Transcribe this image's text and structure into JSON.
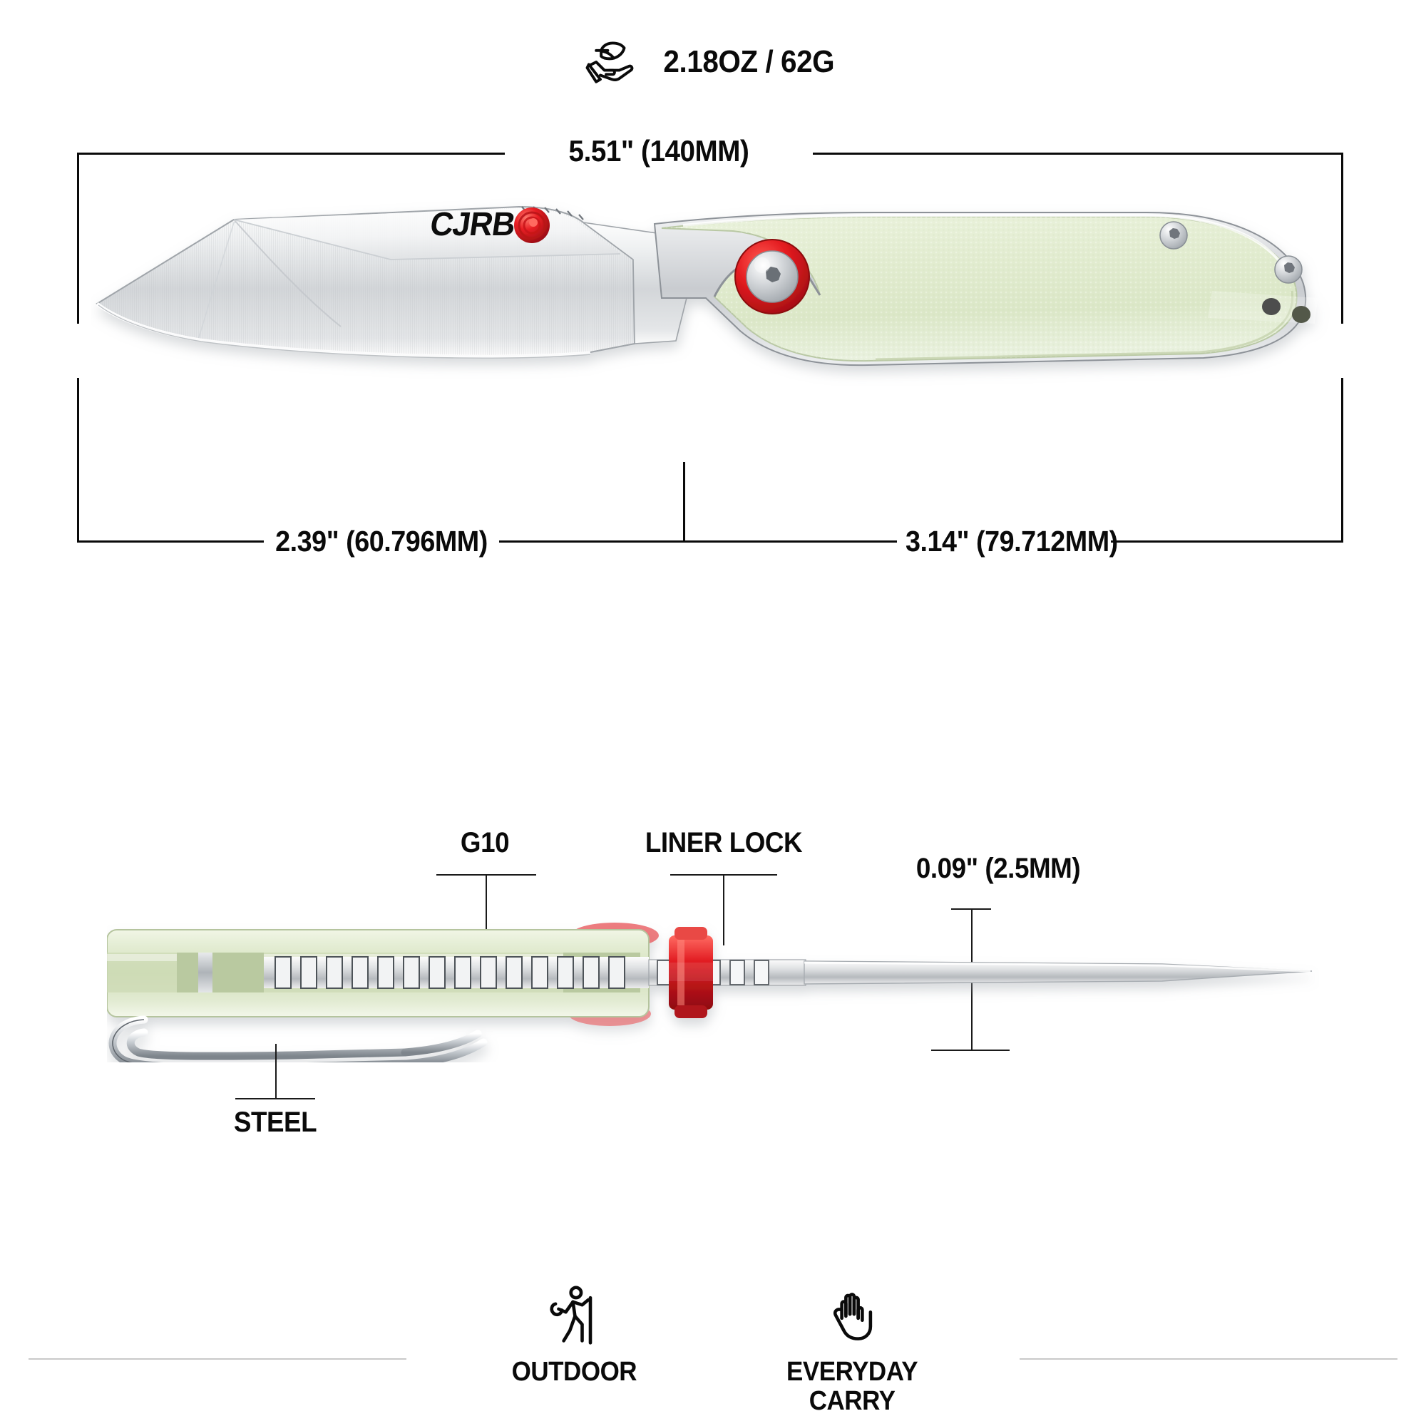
{
  "product": {
    "brand": "CJRB",
    "blade_logo": "CJRB"
  },
  "weight": {
    "icon": "hand-holding-leaf-icon",
    "label": "2.18OZ / 62G"
  },
  "dimensions": {
    "overall_length": "5.51\" (140MM)",
    "blade_length": "2.39\" (60.796MM)",
    "handle_length": "3.14\" (79.712MM)",
    "blade_thickness": "0.09\" (2.5MM)"
  },
  "callouts": {
    "handle_material": "G10",
    "lock_type": "LINER LOCK",
    "clip_material": "STEEL"
  },
  "usage": [
    {
      "icon": "hiker-icon",
      "label": "OUTDOOR"
    },
    {
      "icon": "open-hand-icon",
      "label": "EVERYDAY\nCARRY"
    }
  ],
  "colors": {
    "accent_red": "#e01b22",
    "handle_jade": "#dfe8cc",
    "handle_jade_light": "#eef3e2",
    "blade_satin": "#d8dadc",
    "line": "#0a0a0a"
  }
}
